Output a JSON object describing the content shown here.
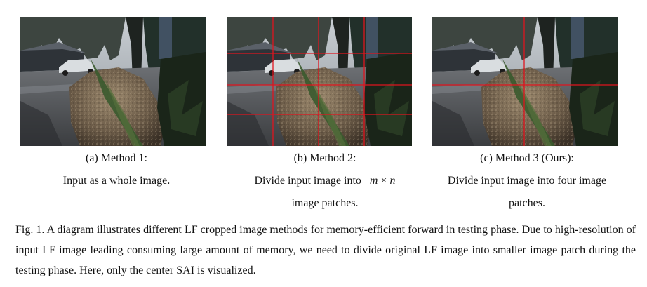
{
  "panels": [
    {
      "id": "a",
      "caption_line1": "(a)   Method 1:",
      "caption_line2": "Input as a whole image.",
      "grid": "none"
    },
    {
      "id": "b",
      "caption_line1": "(b)   Method 2:",
      "caption_line2_text": "Divide input image into",
      "caption_line2_math_m": "m",
      "caption_line2_math_times": " × ",
      "caption_line2_math_n": "n",
      "caption_line3": "image patches.",
      "grid": "m x n red grid"
    },
    {
      "id": "c",
      "caption_line1": "(c) Method 3 (Ours):",
      "caption_line2": "Divide input image into four image",
      "caption_line3": "patches.",
      "grid": "2 x 2 red cross"
    }
  ],
  "figure_caption": "Fig. 1. A diagram illustrates different LF cropped image methods for memory-efficient forward in testing phase. Due to high-resolution of input LF image leading consuming large amount of memory, we need to divide original LF image into smaller image patch during the testing phase. Here, only the center SAI is visualized.",
  "colors": {
    "grid_line": "#e0141e",
    "sky": "#9aa3ad",
    "foliage": "#1f2a1e",
    "rock": "#7a6a55",
    "road": "#6b6d70"
  }
}
